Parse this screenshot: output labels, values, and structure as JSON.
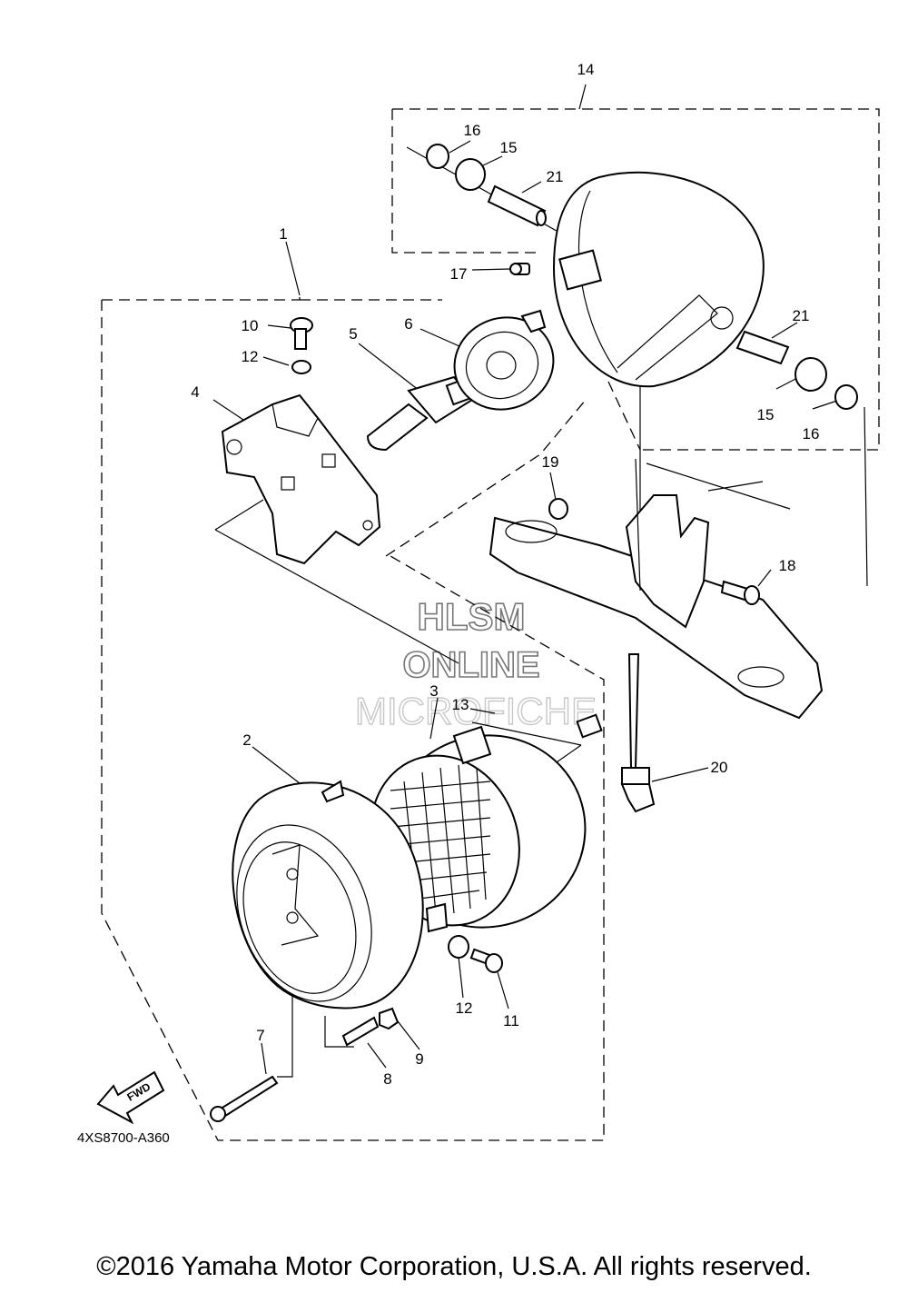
{
  "diagram": {
    "code": "4XS8700-A360",
    "fwd_label": "FWD",
    "copyright": "©2016 Yamaha Motor Corporation, U.S.A. All rights reserved.",
    "watermark": [
      "HLSM",
      "ONLINE",
      "MICROFICHE"
    ],
    "callouts": {
      "c1": "1",
      "c2": "2",
      "c3": "3",
      "c4": "4",
      "c5": "5",
      "c6": "6",
      "c7": "7",
      "c8": "8",
      "c9": "9",
      "c10": "10",
      "c11": "11",
      "c12a": "12",
      "c12b": "12",
      "c13": "13",
      "c14": "14",
      "c15a": "15",
      "c15b": "15",
      "c16a": "16",
      "c16b": "16",
      "c17": "17",
      "c18": "18",
      "c19": "19",
      "c20": "20",
      "c21a": "21",
      "c21b": "21"
    }
  }
}
